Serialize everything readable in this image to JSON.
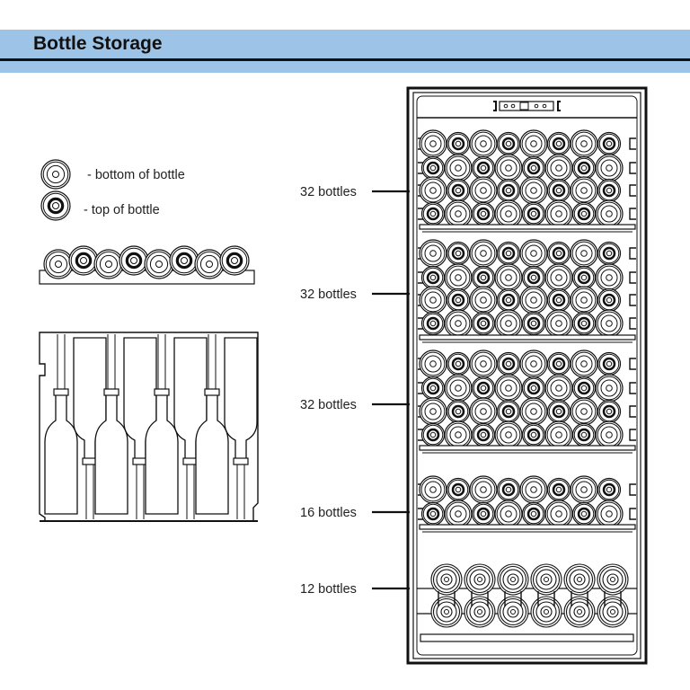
{
  "header": {
    "title": "Bottle Storage",
    "banner_color": "#9dc3e6"
  },
  "legend": [
    {
      "symbol": "bottom-of-bottle-icon",
      "label": "- bottom of bottle"
    },
    {
      "symbol": "top-of-bottle-icon",
      "label": "- top of bottle"
    }
  ],
  "side_view_row": {
    "pattern": [
      "bottom",
      "top",
      "bottom",
      "top",
      "bottom",
      "top",
      "bottom",
      "top"
    ]
  },
  "front_rack_view": {
    "bottles_upright": 4,
    "bottles_inverted": 4
  },
  "cabinet": {
    "sections": [
      {
        "label": "32 bottles",
        "rows": 4,
        "columns": 8
      },
      {
        "label": "32 bottles",
        "rows": 4,
        "columns": 8
      },
      {
        "label": "32 bottles",
        "rows": 4,
        "columns": 8
      },
      {
        "label": "16 bottles",
        "rows": 2,
        "columns": 8
      },
      {
        "label": "12 bottles",
        "rows": 2,
        "columns": 6
      }
    ]
  }
}
